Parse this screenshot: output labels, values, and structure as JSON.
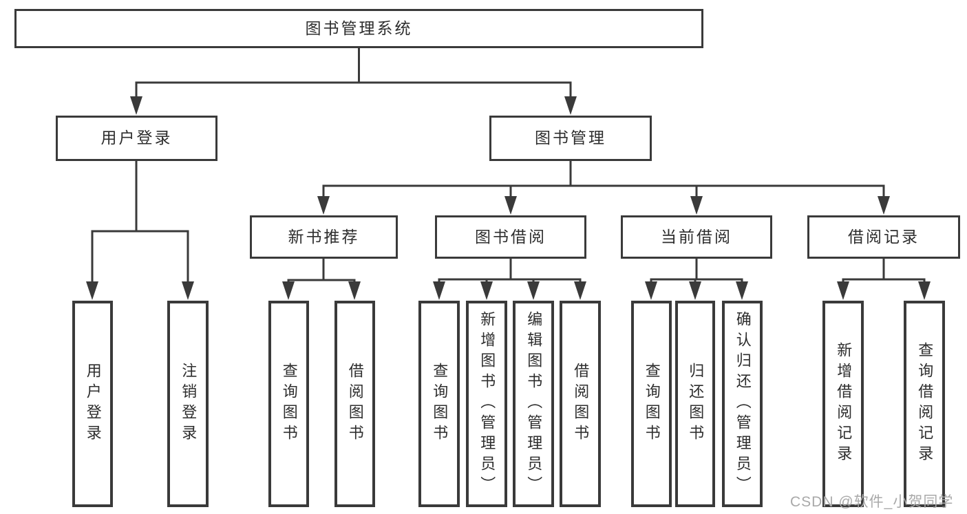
{
  "tree": {
    "root": {
      "label": "图书管理系统",
      "children": [
        {
          "label": "用户登录",
          "children": [
            {
              "label": "用户登录"
            },
            {
              "label": "注销登录"
            }
          ]
        },
        {
          "label": "图书管理",
          "children": [
            {
              "label": "新书推荐",
              "children": [
                {
                  "label": "查询图书"
                },
                {
                  "label": "借阅图书"
                }
              ]
            },
            {
              "label": "图书借阅",
              "children": [
                {
                  "label": "查询图书"
                },
                {
                  "label": "新增图书（管理员）"
                },
                {
                  "label": "编辑图书（管理员）"
                },
                {
                  "label": "借阅图书"
                }
              ]
            },
            {
              "label": "当前借阅",
              "children": [
                {
                  "label": "查询图书"
                },
                {
                  "label": "归还图书"
                },
                {
                  "label": "确认归还（管理员）"
                }
              ]
            },
            {
              "label": "借阅记录",
              "children": [
                {
                  "label": "新增借阅记录"
                },
                {
                  "label": "查询借阅记录"
                }
              ]
            }
          ]
        }
      ]
    }
  },
  "watermark": {
    "text": "CSDN @软件_小贺同学"
  },
  "colors": {
    "line": "#3a3a3a",
    "box_border": "#3a3a3a",
    "box_fill": "#ffffff",
    "text": "#2d2d2d",
    "watermark": "#a9a9a9",
    "background": "#ffffff"
  }
}
